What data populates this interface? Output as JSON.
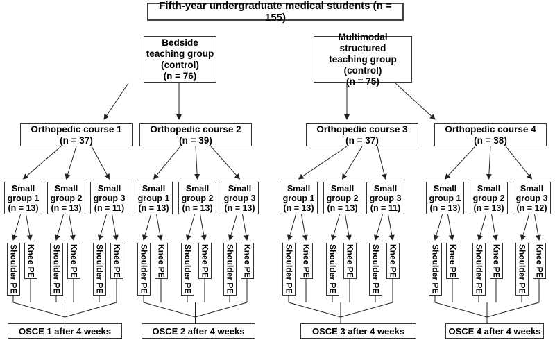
{
  "title": "Fifth-year undergraduate medical students (n = 155)",
  "arms": [
    {
      "lines": [
        "Bedside",
        "teaching group",
        "(control)",
        "(n = 76)"
      ]
    },
    {
      "lines": [
        "Multimodal structured",
        "teaching group",
        "(control)",
        "(n = 75)"
      ]
    }
  ],
  "courses": [
    {
      "name": "Orthopedic course 1",
      "n": "(n = 37)"
    },
    {
      "name": "Orthopedic course 2",
      "n": "(n = 39)"
    },
    {
      "name": "Orthopedic course 3",
      "n": "(n = 37)"
    },
    {
      "name": "Orthopedic course 4",
      "n": "(n = 38)"
    }
  ],
  "groups": [
    [
      "Small",
      "group 1",
      "(n = 13)"
    ],
    [
      "Small",
      "group 2",
      "(n = 13)"
    ],
    [
      "Small",
      "group 3",
      "(n = 11)"
    ],
    [
      "Small",
      "group 1",
      "(n = 13)"
    ],
    [
      "Small",
      "group 2",
      "(n = 13)"
    ],
    [
      "Small",
      "group 3",
      "(n = 13)"
    ],
    [
      "Small",
      "group 1",
      "(n = 13)"
    ],
    [
      "Small",
      "group 2",
      "(n = 13)"
    ],
    [
      "Small",
      "group 3",
      "(n = 11)"
    ],
    [
      "Small",
      "group 1",
      "(n = 13)"
    ],
    [
      "Small",
      "group 2",
      "(n = 13)"
    ],
    [
      "Small",
      "group 3",
      "(n = 12)"
    ]
  ],
  "exam_labels": {
    "shoulder": "Shoulder PE",
    "knee": "Knee PE"
  },
  "osce": [
    "OSCE 1 after 4 weeks",
    "OSCE 2 after 4 weeks",
    "OSCE 3 after 4 weeks",
    "OSCE 4 after 4 weeks"
  ]
}
